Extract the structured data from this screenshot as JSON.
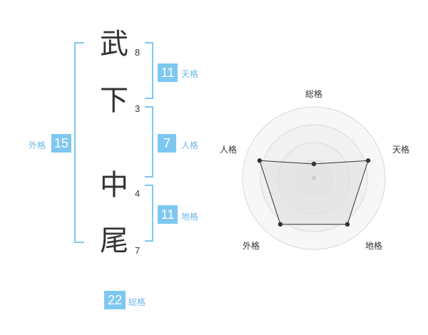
{
  "name_chars": [
    {
      "char": "武",
      "strokes": "8"
    },
    {
      "char": "下",
      "strokes": "3"
    },
    {
      "char": "中",
      "strokes": "4"
    },
    {
      "char": "尾",
      "strokes": "7"
    }
  ],
  "kaku": {
    "ten": {
      "value": "11",
      "label": "天格"
    },
    "jin": {
      "value": "7",
      "label": "人格"
    },
    "chi": {
      "value": "11",
      "label": "地格"
    },
    "gai": {
      "value": "15",
      "label": "外格"
    },
    "sou": {
      "value": "22",
      "label": "総格"
    }
  },
  "colors": {
    "accent": "#7ec8f0",
    "accent_text": "#6cb8ea",
    "text": "#333333"
  },
  "chart_data": {
    "type": "radar",
    "axes": [
      "総格",
      "天格",
      "地格",
      "外格",
      "人格"
    ],
    "values": [
      0.2,
      0.8,
      0.8,
      0.8,
      0.8
    ],
    "max": 1,
    "rings": 4
  }
}
